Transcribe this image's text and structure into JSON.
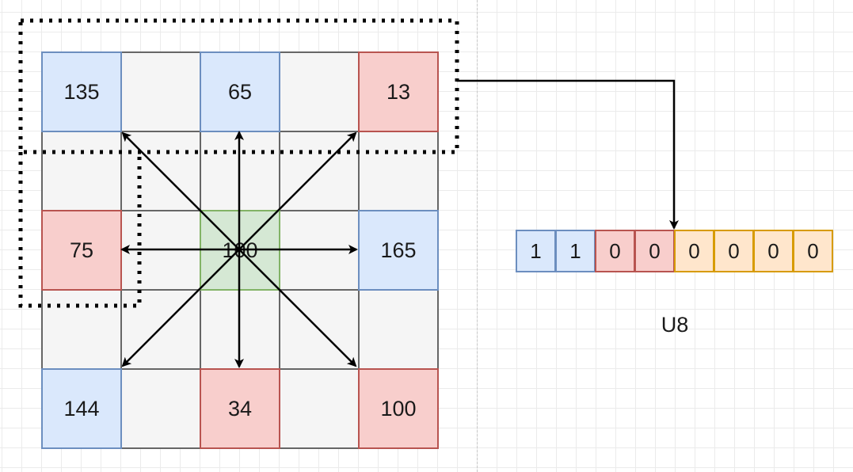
{
  "grid": {
    "rows": [
      [
        {
          "value": "135",
          "color": "blue"
        },
        {
          "value": "",
          "color": "plain"
        },
        {
          "value": "65",
          "color": "blue"
        },
        {
          "value": "",
          "color": "plain"
        },
        {
          "value": "13",
          "color": "red"
        }
      ],
      [
        {
          "value": "",
          "color": "plain"
        },
        {
          "value": "",
          "color": "plain"
        },
        {
          "value": "",
          "color": "plain"
        },
        {
          "value": "",
          "color": "plain"
        },
        {
          "value": "",
          "color": "plain"
        }
      ],
      [
        {
          "value": "75",
          "color": "red"
        },
        {
          "value": "",
          "color": "plain"
        },
        {
          "value": "100",
          "color": "green"
        },
        {
          "value": "",
          "color": "plain"
        },
        {
          "value": "165",
          "color": "blue"
        }
      ],
      [
        {
          "value": "",
          "color": "plain"
        },
        {
          "value": "",
          "color": "plain"
        },
        {
          "value": "",
          "color": "plain"
        },
        {
          "value": "",
          "color": "plain"
        },
        {
          "value": "",
          "color": "plain"
        }
      ],
      [
        {
          "value": "144",
          "color": "blue"
        },
        {
          "value": "",
          "color": "plain"
        },
        {
          "value": "34",
          "color": "red"
        },
        {
          "value": "",
          "color": "plain"
        },
        {
          "value": "100",
          "color": "red"
        }
      ]
    ]
  },
  "bits": [
    {
      "value": "1",
      "color": "blue"
    },
    {
      "value": "1",
      "color": "blue"
    },
    {
      "value": "0",
      "color": "red"
    },
    {
      "value": "0",
      "color": "red"
    },
    {
      "value": "0",
      "color": "orange"
    },
    {
      "value": "0",
      "color": "orange"
    },
    {
      "value": "0",
      "color": "orange"
    },
    {
      "value": "0",
      "color": "orange"
    }
  ],
  "label": "U8",
  "colors": {
    "blue_fill": "#dae8fc",
    "blue_stroke": "#6c8ebf",
    "red_fill": "#f8cecc",
    "red_stroke": "#b85450",
    "green_fill": "#d5e8d4",
    "green_stroke": "#82b366",
    "orange_fill": "#ffe6cc",
    "orange_stroke": "#d79b00",
    "plain_fill": "#f5f5f5",
    "plain_stroke": "#666666",
    "arrow": "#000000"
  }
}
